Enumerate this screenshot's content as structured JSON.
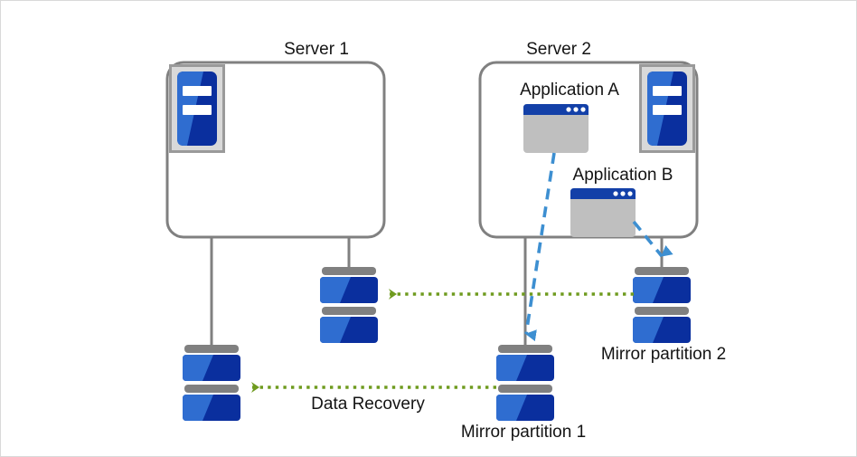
{
  "diagram": {
    "title_server1": "Server 1",
    "title_server2": "Server 2",
    "app_a_label": "Application A",
    "app_b_label": "Application B",
    "mirror1_label": "Mirror partition 1",
    "mirror2_label": "Mirror partition 2",
    "data_recovery_label": "Data Recovery"
  },
  "icons": {
    "server_icon_name": "server-tower-icon",
    "app_window_icon_name": "app-window-icon",
    "disk_icon_name": "disk-stack-icon"
  },
  "colors": {
    "frame_border": "#d9d9d9",
    "box_stroke": "#808080",
    "server_icon_bg": "#d9d9d9",
    "server_icon_border": "#808080",
    "blue_light": "#2f6dd0",
    "blue_dark": "#0a2f9e",
    "app_body": "#bfbfbf",
    "app_titlebar": "#1340a8",
    "disk_bar": "#808080",
    "connector": "#808080",
    "green_arrow": "#6f9b1f",
    "blue_arrow": "#3d8fd1",
    "text": "#141414"
  }
}
